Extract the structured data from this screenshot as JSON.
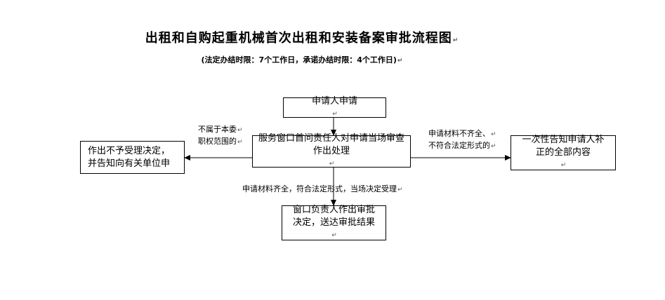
{
  "title": "出租和自购起重机械首次出租和安装备案审批流程图",
  "subtitle": "(法定办结时限：7个工作日，承诺办结时限：4个工作日)",
  "para_mark": "↵",
  "boxes": {
    "applicant": "申请人申请",
    "service_line1": "服务窗口首问责任人对申请当场审查",
    "service_line2": "作出处理",
    "reject_line1": "作出不予受理决定，",
    "reject_line2": "并告知向有关单位申",
    "notify_line1": "一次性告知申请人补",
    "notify_line2": "正的全部内容",
    "decision_line1": "窗口负责人作出审批",
    "decision_line2": "决定，送达审批结果"
  },
  "labels": {
    "not_in_scope_line1": "不属于本委",
    "not_in_scope_line2": "职权范围的",
    "incomplete_line1": "申请材料不齐全、",
    "incomplete_line2": "不符合法定形式的",
    "complete": "申请材料齐全，符合法定形式，当场决定受理"
  },
  "colors": {
    "line": "#000000",
    "background": "#ffffff"
  }
}
